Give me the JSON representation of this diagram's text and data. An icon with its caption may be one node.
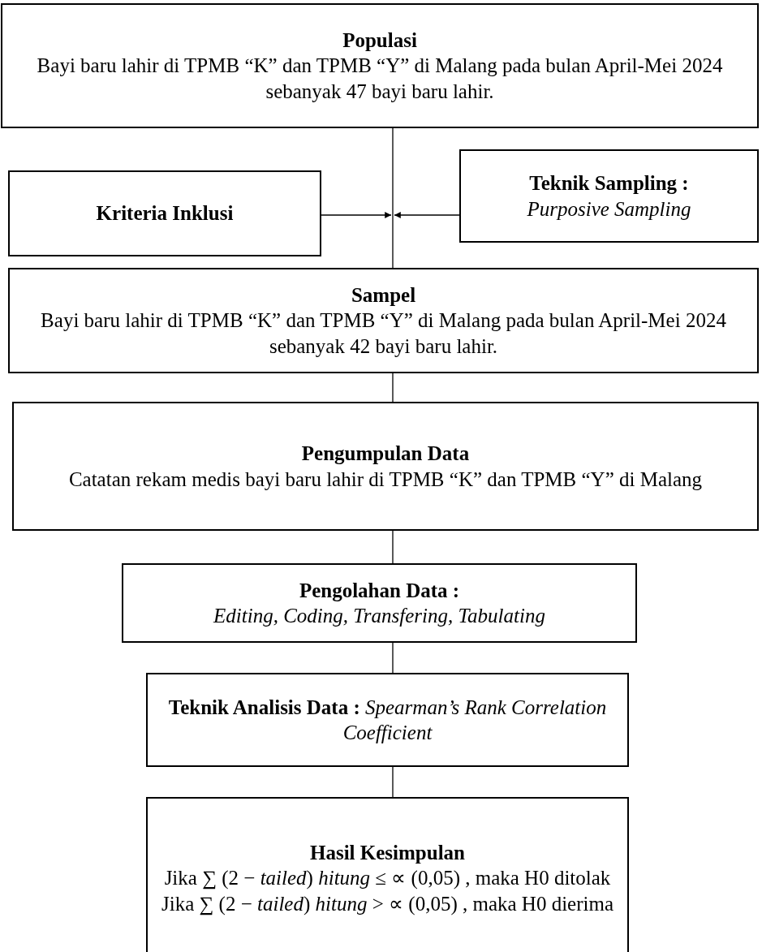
{
  "diagram": {
    "nodes": [
      {
        "text": [
          "Populasi",
          "Bayi baru lahir di TPMB “K” dan TPMB “Y” di Malang pada bulan April-Mei 2024 sebanyak 47 bayi baru lahir."
        ]
      },
      {
        "text": [
          "Kriteria Inklusi"
        ]
      },
      {
        "text": [
          "Teknik Sampling :",
          "Purposive Sampling"
        ]
      },
      {
        "text": [
          "Sampel",
          "Bayi baru lahir di TPMB “K” dan TPMB “Y” di Malang pada bulan April-Mei 2024 sebanyak 42 bayi baru lahir."
        ]
      },
      {
        "text": [
          "Pengumpulan Data",
          "Catatan rekam medis bayi baru lahir di TPMB “K” dan TPMB “Y” di Malang"
        ]
      },
      {
        "text": [
          "Pengolahan Data :",
          "Editing, Coding, Transfering, Tabulating"
        ]
      },
      {
        "text": [
          "**Teknik Analisis Data :** *Spearman’s Rank Correlation Coefficient*"
        ]
      },
      {
        "text": [
          "Hasil Kesimpulan",
          "Jika ∑ (2 − *tailed*) *hitung* ≤ ∝ (0,05) , maka H0 ditolak",
          "Jika ∑ (2 − *tailed*) *hitung* > ∝ (0,05) , maka H0 dierima"
        ]
      }
    ],
    "edges": [
      {
        "from": 0,
        "to": 3,
        "arrow": "none"
      },
      {
        "from": 1,
        "to": null,
        "arrow": "to"
      },
      {
        "from": 2,
        "to": null,
        "arrow": "to"
      },
      {
        "from": 3,
        "to": 4,
        "arrow": "none"
      },
      {
        "from": 4,
        "to": 5,
        "arrow": "none"
      },
      {
        "from": 5,
        "to": 6,
        "arrow": "none"
      },
      {
        "from": 6,
        "to": 7,
        "arrow": "none"
      }
    ]
  }
}
